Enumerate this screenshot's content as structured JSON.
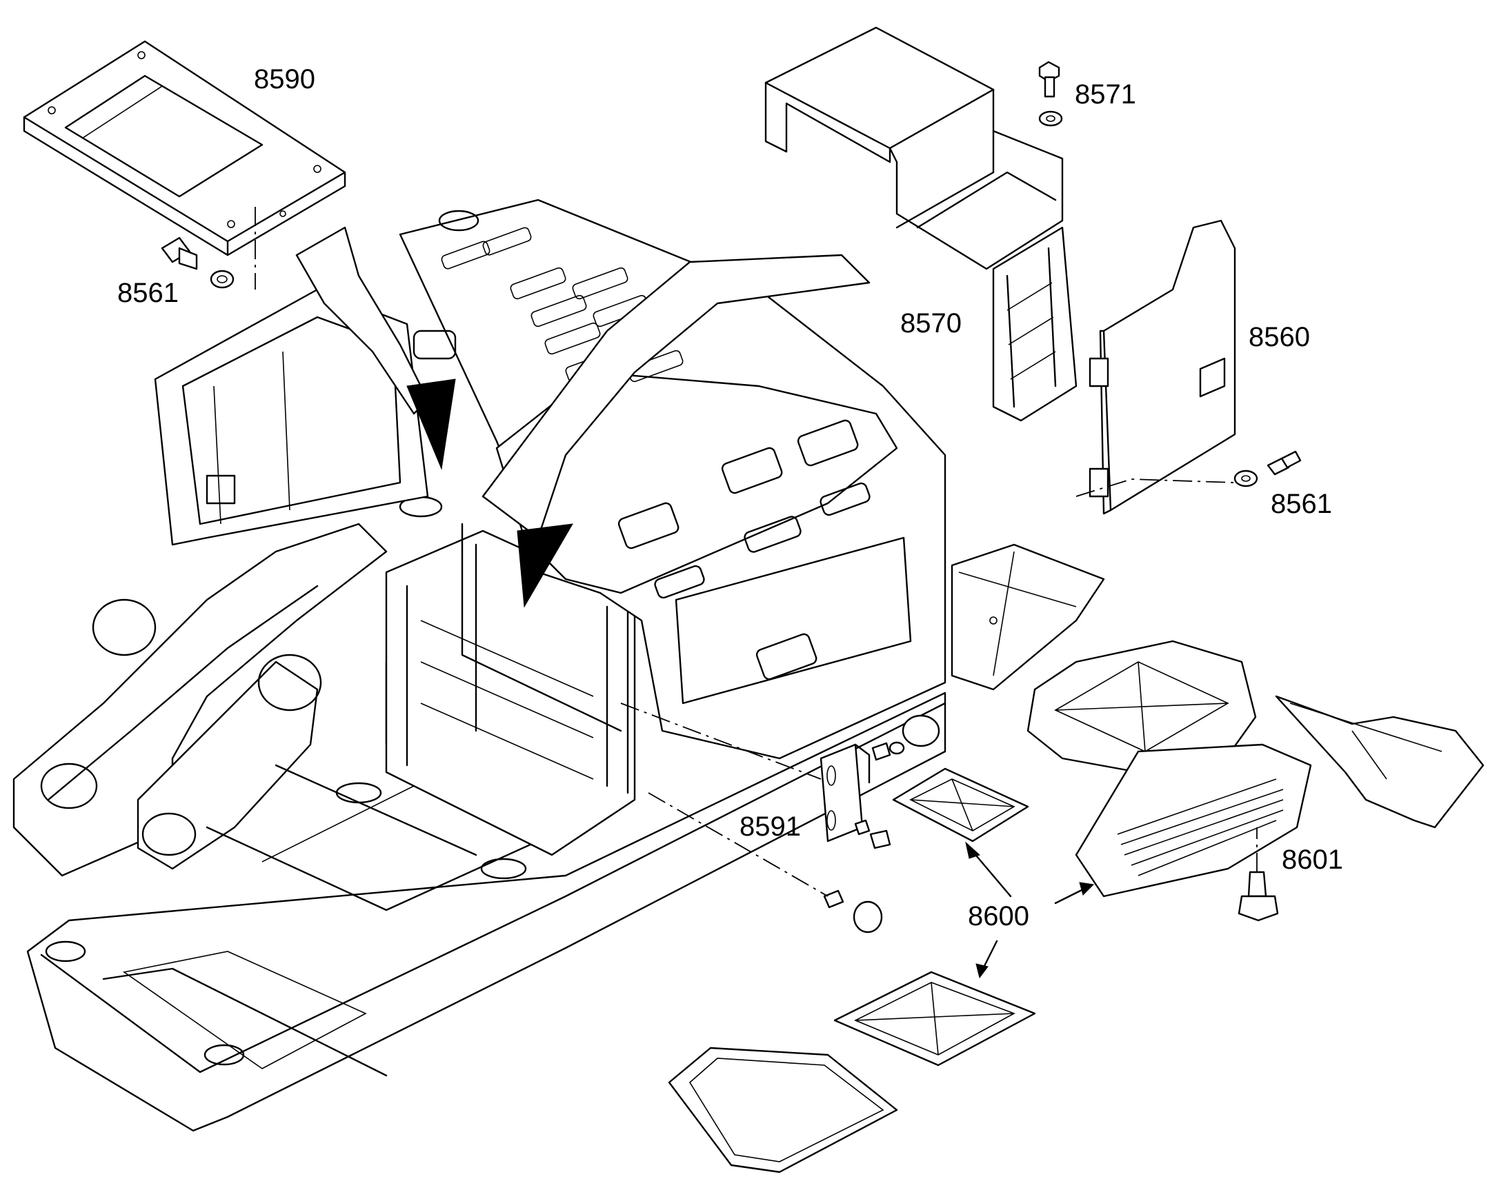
{
  "callouts": {
    "c8590": "8590",
    "c8561_top": "8561",
    "c8571": "8571",
    "c8570": "8570",
    "c8560": "8560",
    "c8561_right": "8561",
    "c8591": "8591",
    "c8600": "8600",
    "c8601": "8601"
  }
}
